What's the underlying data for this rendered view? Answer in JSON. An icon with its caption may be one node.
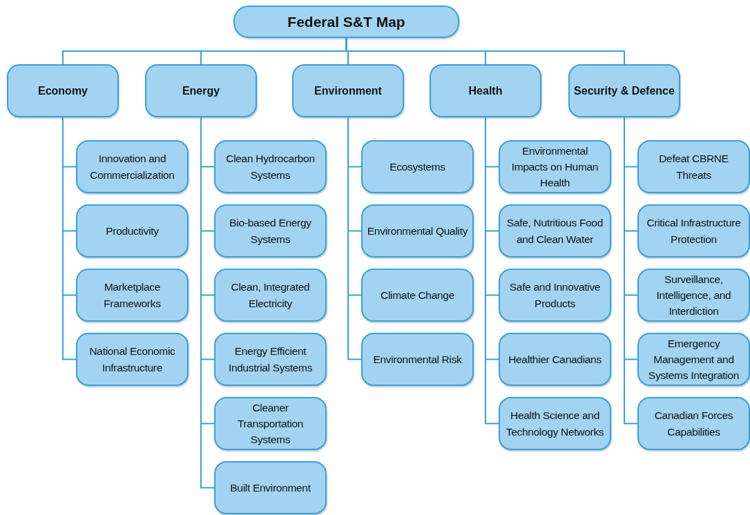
{
  "diagram": {
    "nodes": [
      {
        "text": [
          "Federal S&T Map"
        ]
      },
      {
        "text": [
          "Economy"
        ]
      },
      {
        "text": [
          "Energy"
        ]
      },
      {
        "text": [
          "Environment"
        ]
      },
      {
        "text": [
          "Health"
        ]
      },
      {
        "text": [
          "Security & Defence"
        ]
      },
      {
        "text": [
          "Innovation and Commercialization"
        ]
      },
      {
        "text": [
          "Productivity"
        ]
      },
      {
        "text": [
          "Marketplace Frameworks"
        ]
      },
      {
        "text": [
          "National Economic Infrastructure"
        ]
      },
      {
        "text": [
          "Clean Hydrocarbon Systems"
        ]
      },
      {
        "text": [
          "Bio-based Energy Systems"
        ]
      },
      {
        "text": [
          "Clean, Integrated Electricity"
        ]
      },
      {
        "text": [
          "Energy Efficient Industrial Systems"
        ]
      },
      {
        "text": [
          "Cleaner Transportation Systems"
        ]
      },
      {
        "text": [
          "Built Environment"
        ]
      },
      {
        "text": [
          "Ecosystems"
        ]
      },
      {
        "text": [
          "Environmental Quality"
        ]
      },
      {
        "text": [
          "Climate Change"
        ]
      },
      {
        "text": [
          "Environmental Risk"
        ]
      },
      {
        "text": [
          "Environmental Impacts on Human Health"
        ]
      },
      {
        "text": [
          "Safe, Nutritious Food and Clean Water"
        ]
      },
      {
        "text": [
          "Safe and Innovative Products"
        ]
      },
      {
        "text": [
          "Healthier Canadians"
        ]
      },
      {
        "text": [
          "Health Science and Technology Networks"
        ]
      },
      {
        "text": [
          "Defeat CBRNE Threats"
        ]
      },
      {
        "text": [
          "Critical Infrastructure Protection"
        ]
      },
      {
        "text": [
          "Surveillance, Intelligence, and Interdiction"
        ]
      },
      {
        "text": [
          "Emergency Management and Systems Integration"
        ]
      },
      {
        "text": [
          "Canadian Forces Capabilities"
        ]
      }
    ],
    "edges": [
      {
        "from": 0,
        "to": 1,
        "arrow": "none"
      },
      {
        "from": 0,
        "to": 2,
        "arrow": "none"
      },
      {
        "from": 0,
        "to": 3,
        "arrow": "none"
      },
      {
        "from": 0,
        "to": 4,
        "arrow": "none"
      },
      {
        "from": 0,
        "to": 5,
        "arrow": "none"
      },
      {
        "from": 1,
        "to": 6,
        "arrow": "none"
      },
      {
        "from": 1,
        "to": 7,
        "arrow": "none"
      },
      {
        "from": 1,
        "to": 8,
        "arrow": "none"
      },
      {
        "from": 1,
        "to": 9,
        "arrow": "none"
      },
      {
        "from": 2,
        "to": 10,
        "arrow": "none"
      },
      {
        "from": 2,
        "to": 11,
        "arrow": "none"
      },
      {
        "from": 2,
        "to": 12,
        "arrow": "none"
      },
      {
        "from": 2,
        "to": 13,
        "arrow": "none"
      },
      {
        "from": 2,
        "to": 14,
        "arrow": "none"
      },
      {
        "from": 2,
        "to": 15,
        "arrow": "none"
      },
      {
        "from": 3,
        "to": 16,
        "arrow": "none"
      },
      {
        "from": 3,
        "to": 17,
        "arrow": "none"
      },
      {
        "from": 3,
        "to": 18,
        "arrow": "none"
      },
      {
        "from": 3,
        "to": 19,
        "arrow": "none"
      },
      {
        "from": 4,
        "to": 20,
        "arrow": "none"
      },
      {
        "from": 4,
        "to": 21,
        "arrow": "none"
      },
      {
        "from": 4,
        "to": 22,
        "arrow": "none"
      },
      {
        "from": 4,
        "to": 23,
        "arrow": "none"
      },
      {
        "from": 4,
        "to": 24,
        "arrow": "none"
      },
      {
        "from": 5,
        "to": 25,
        "arrow": "none"
      },
      {
        "from": 5,
        "to": 26,
        "arrow": "none"
      },
      {
        "from": 5,
        "to": 27,
        "arrow": "none"
      },
      {
        "from": 5,
        "to": 28,
        "arrow": "none"
      },
      {
        "from": 5,
        "to": 29,
        "arrow": "none"
      }
    ]
  }
}
